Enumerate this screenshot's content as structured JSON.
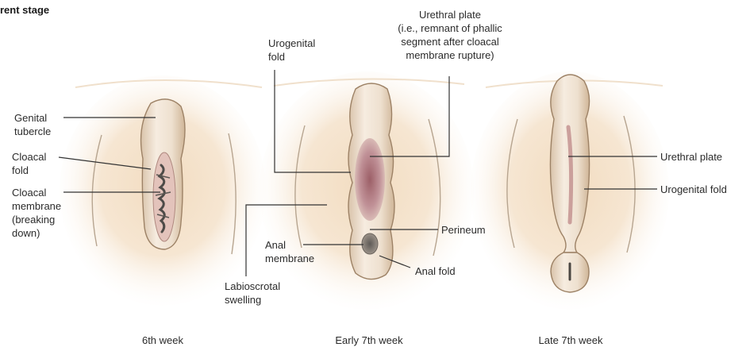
{
  "stage_title": "rent stage",
  "panels": [
    {
      "caption": "6th week",
      "labels": {
        "genital_tubercle": [
          "Genital",
          "tubercle"
        ],
        "cloacal_fold": [
          "Cloacal",
          "fold"
        ],
        "cloacal_membrane": [
          "Cloacal",
          "membrane",
          "(breaking",
          "down)"
        ]
      }
    },
    {
      "caption": "Early 7th week",
      "labels": {
        "urogenital_fold": [
          "Urogenital",
          "fold"
        ],
        "urethral_plate": [
          "Urethral plate",
          "(i.e., remnant of phallic",
          "segment after cloacal",
          "membrane rupture)"
        ],
        "perineum": "Perineum",
        "anal_membrane": [
          "Anal",
          "membrane"
        ],
        "anal_fold": "Anal fold",
        "labioscrotal_swelling": [
          "Labioscrotal",
          "swelling"
        ]
      }
    },
    {
      "caption": "Late 7th week",
      "labels": {
        "urethral_plate": "Urethral plate",
        "urogenital_fold": "Urogenital fold"
      }
    }
  ],
  "colors": {
    "skin_core": "#f3dfc4",
    "skin_edge": "#ffffff",
    "tissue_light": "#f7eee2",
    "tissue_mid": "#e6d3bd",
    "membrane_pink": "#b98086",
    "leader_line": "#333333"
  }
}
